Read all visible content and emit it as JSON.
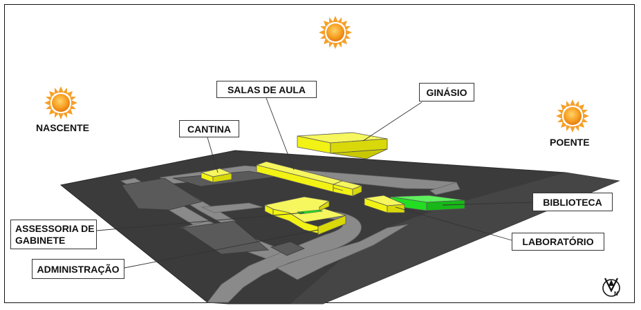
{
  "labels": {
    "salas": "SALAS DE AULA",
    "ginasio": "GINÁSIO",
    "cantina": "CANTINA",
    "nascente": "NASCENTE",
    "poente": "POENTE",
    "biblioteca": "BIBLIOTECA",
    "laboratorio": "LABORATÓRIO",
    "assessoria_line1": "ASSESSORIA DE",
    "assessoria_line2": "GABINETE",
    "administracao": "ADMINISTRAÇÃO"
  },
  "compass": {
    "letter": "N"
  },
  "colors": {
    "ground_dark": "#3d3d3d",
    "ground_mid": "#555555",
    "path_gray": "#8c8c8c",
    "building_yellow": "#f7f71a",
    "building_green": "#22dd22",
    "sun_orange": "#f39a1e"
  },
  "icons": [
    "sun-icon",
    "compass-north-icon"
  ]
}
